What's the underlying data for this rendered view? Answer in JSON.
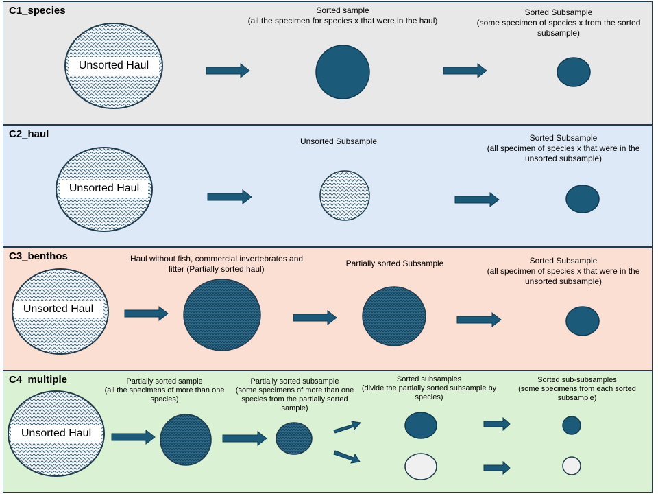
{
  "panels": [
    {
      "title": "C1_species",
      "unsorted_label": "Unsorted Haul",
      "step1_label": "Sorted sample\n(all the specimen for species x that were in the haul)",
      "step2_label": "Sorted Subsample\n(some specimen of species x from the sorted subsample)"
    },
    {
      "title": "C2_haul",
      "unsorted_label": "Unsorted Haul",
      "step1_label": "Unsorted Subsample",
      "step2_label": "Sorted Subsample\n(all specimen of species x that were in the unsorted subsample)"
    },
    {
      "title": "C3_benthos",
      "unsorted_label": "Unsorted Haul",
      "step1_label": "Haul without fish, commercial invertebrates and litter (Partially sorted haul)",
      "step2_label": "Partially sorted Subsample",
      "step3_label": "Sorted Subsample\n(all specimen of species x that were in the unsorted subsample)"
    },
    {
      "title": "C4_multiple",
      "unsorted_label": "Unsorted Haul",
      "step1_label": "Partially sorted sample\n(all the specimens of more than one species)",
      "step2_label": "Partially sorted subsample\n(some specimens of more than one species from the partially sorted sample)",
      "step3_label": "Sorted subsamples\n(divide the partially sorted subsample by species)",
      "step4_label": "Sorted sub-subsamples\n(some specimens from each sorted subsample)"
    }
  ],
  "colors": {
    "sorted_fill": "#1b5a78",
    "outline": "#1f3b4d",
    "arrow": "#1b5a78",
    "light_fill": "#f0f0f0"
  }
}
